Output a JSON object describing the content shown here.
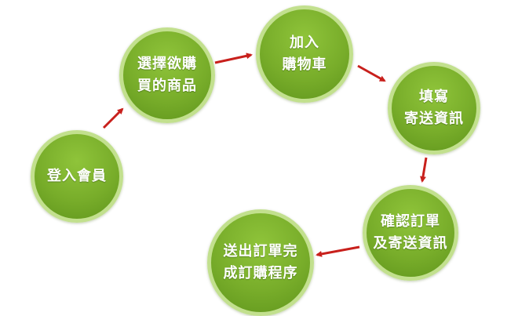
{
  "diagram": {
    "steps": [
      {
        "id": "login",
        "label": "登入會員"
      },
      {
        "id": "select",
        "label": "選擇欲購\n買的商品"
      },
      {
        "id": "cart",
        "label": "加入\n購物車"
      },
      {
        "id": "shipping",
        "label": "填寫\n寄送資訊"
      },
      {
        "id": "confirm",
        "label": "確認訂單\n及寄送資訊"
      },
      {
        "id": "complete",
        "label": "送出訂單完\n成訂購程序"
      }
    ],
    "colors": {
      "node_fill": "#78ad2a",
      "node_ring": "#c2e08e",
      "arrow": "#c8201c",
      "text": "#ffffff"
    }
  }
}
